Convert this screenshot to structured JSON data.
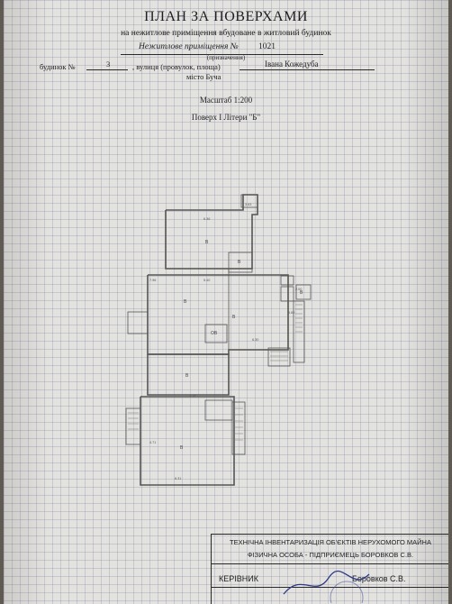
{
  "document": {
    "title": "ПЛАН ЗА ПОВЕРХАМИ",
    "subtitle": "на нежитлове приміщення вбудоване в житловий будинок",
    "premise_name": "Нежитлове приміщення №",
    "premise_number": "1021",
    "purpose_caption": "(призначення)",
    "building_label": "будинок №",
    "building_number": "3",
    "street_label": ", вулиця (провулок, площа)",
    "street_name": "Івана Кожедуба",
    "city": "місто Буча",
    "scale": "Масштаб 1:200",
    "floor": "Поверх І Літери \"Б\""
  },
  "plan": {
    "room_labels": [
      "В",
      "В",
      "В",
      "В",
      "В",
      "В",
      "ОВ",
      "В"
    ],
    "dimension_labels": [
      "6.36",
      "3.63",
      "7.96",
      "5.40",
      "2.00",
      "6.30",
      "5.78",
      "8.31",
      "4.71",
      "5.85"
    ]
  },
  "stamp": {
    "org_line1": "ТЕХНІЧНА ІНВЕНТАРИЗАЦІЯ ОБ'ЄКТІВ НЕРУХОМОГО МАЙНА",
    "org_line2": "ФІЗИЧНА ОСОБА - ПІДПРИЄМЕЦЬ БОРОВКОВ С.В.",
    "head_label": "КЕРІВНИК",
    "head_name": "Боровков С.В."
  },
  "colors": {
    "paper": "#e4e2de",
    "grid": "#8c96ae",
    "ink": "#1f1f22",
    "plan_line": "#555555"
  }
}
